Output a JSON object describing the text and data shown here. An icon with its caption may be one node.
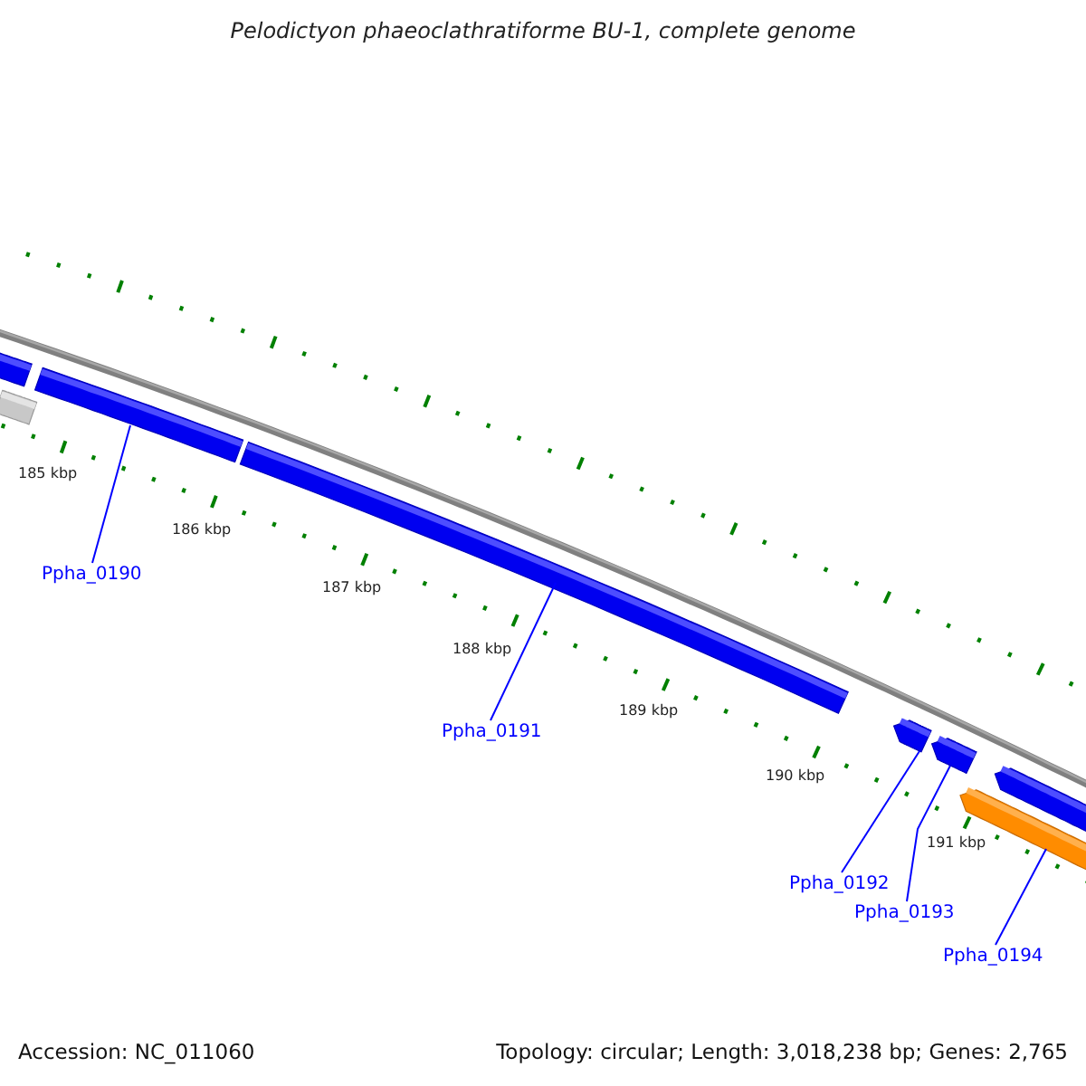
{
  "diagram": {
    "title": "Pelodictyon phaeoclathratiforme BU-1, complete genome",
    "nodes": [
      {
        "text": [],
        "shape": "bar"
      },
      {
        "text": [],
        "shape": "bar"
      },
      {
        "text": [],
        "shape": "bar"
      },
      {
        "text": [],
        "shape": "bar"
      },
      {
        "text": [],
        "shape": "bar"
      },
      {
        "text": [],
        "shape": "bar"
      },
      {
        "text": [],
        "shape": "bar"
      },
      {
        "text": [],
        "shape": "bar"
      },
      {
        "text": [
          "Ppha_0190"
        ]
      },
      {
        "text": [
          "Ppha_0191"
        ]
      },
      {
        "text": [
          "Ppha_0192"
        ]
      },
      {
        "text": [
          "Ppha_0193"
        ]
      },
      {
        "text": [
          "Ppha_0194"
        ]
      }
    ],
    "edges": [
      {
        "from": 8,
        "to": 2,
        "arrow": "none"
      },
      {
        "from": 9,
        "to": 3,
        "arrow": "none"
      },
      {
        "from": 10,
        "to": 4,
        "arrow": "none"
      },
      {
        "from": 11,
        "to": 5,
        "arrow": "none"
      },
      {
        "from": 12,
        "to": 6,
        "arrow": "none"
      }
    ],
    "labels": [
      "185 kbp",
      "186 kbp",
      "187 kbp",
      "188 kbp",
      "189 kbp",
      "190 kbp",
      "191 kbp",
      "Accession: NC_011060",
      "Topology: circular; Length: 3,018,238 bp; Genes: 2,765"
    ]
  }
}
